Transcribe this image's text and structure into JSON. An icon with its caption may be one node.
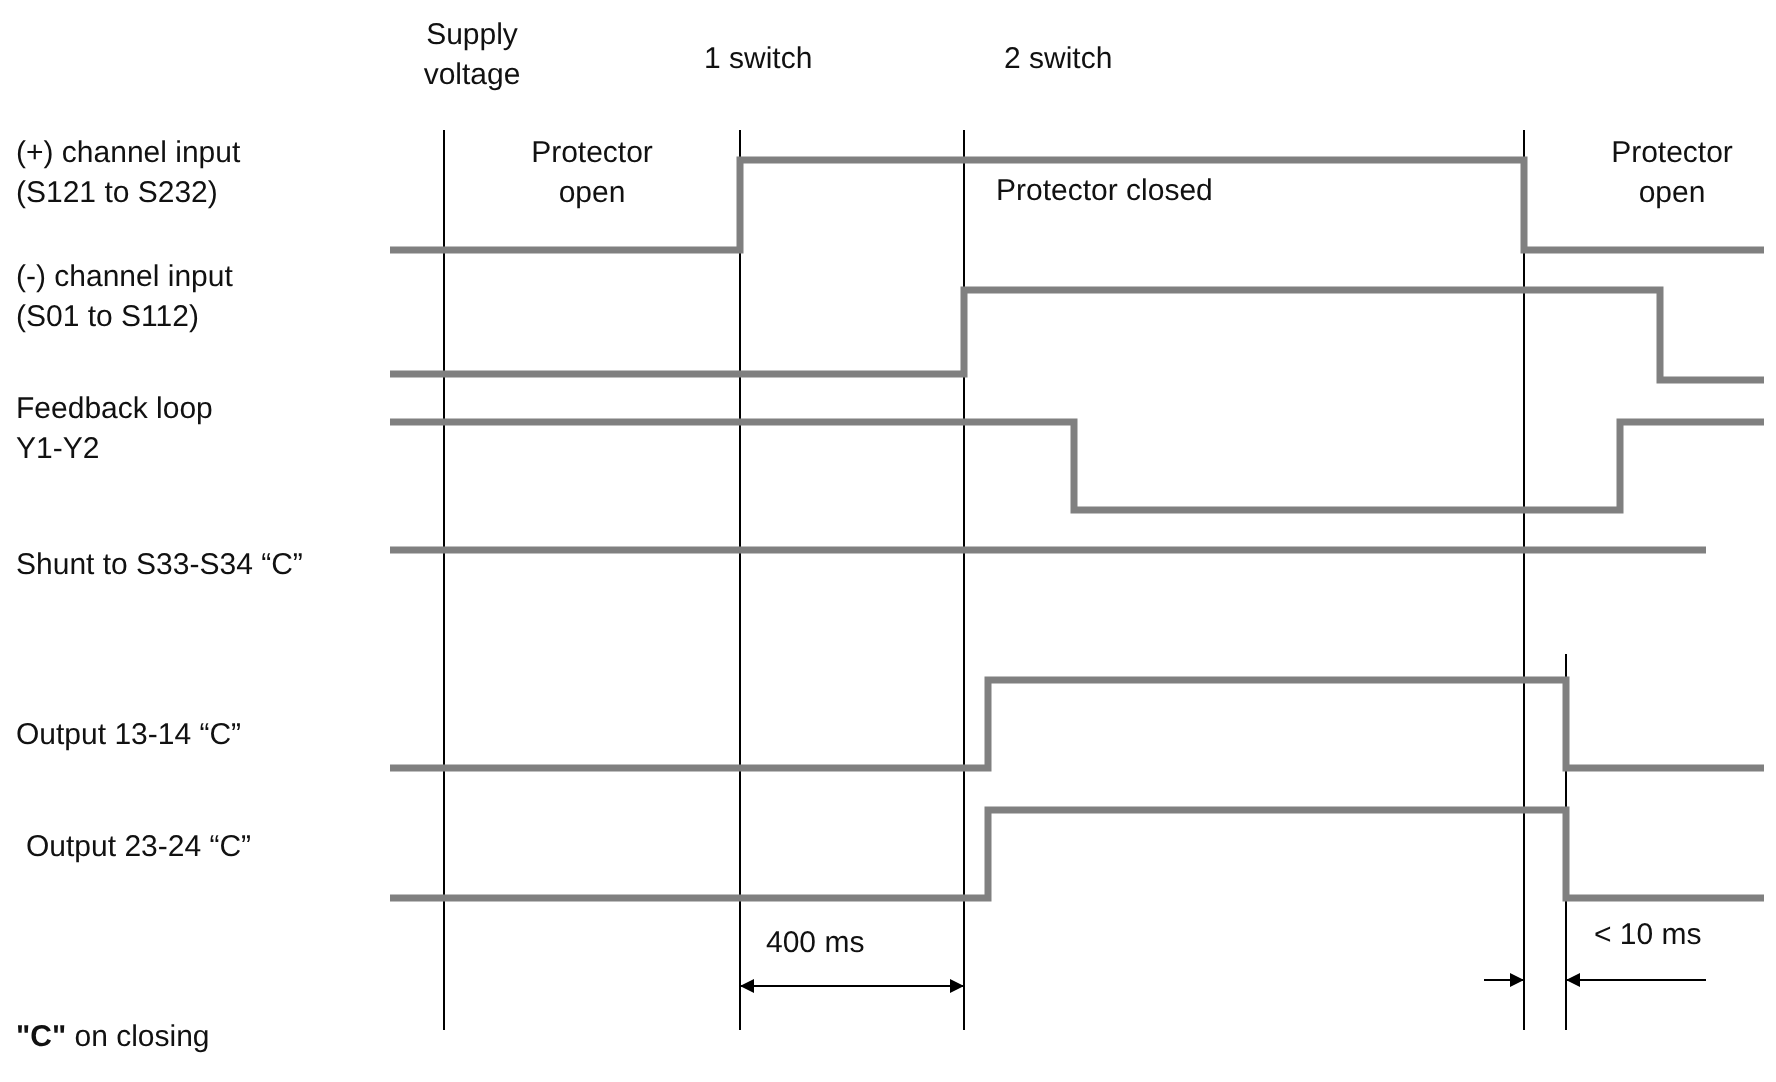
{
  "diagram": {
    "labels": [
      "Supply voltage",
      "1 switch",
      "2 switch",
      "(+) channel input (S121 to S232)",
      "Protector open",
      "Protector closed",
      "Protector open",
      "(-) channel input (S01 to S112)",
      "Feedback loop Y1-Y2",
      "Shunt to S33-S34 “C”",
      "Output 13-14 “C”",
      "Output 23-24 “C”",
      "400 ms",
      "< 10 ms",
      "**\"C\"** on closing"
    ]
  }
}
